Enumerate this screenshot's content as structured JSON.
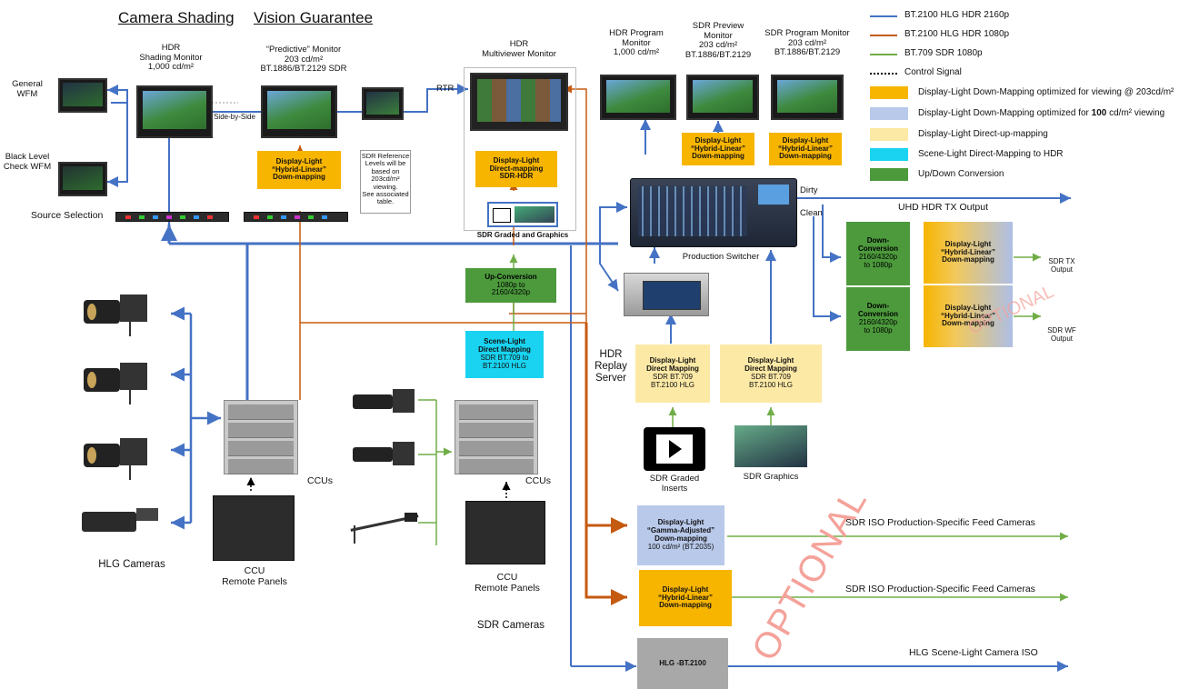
{
  "headers": {
    "camera_shading": "Camera Shading",
    "vision_guarantee": "Vision Guarantee"
  },
  "legend": {
    "items": [
      {
        "kind": "line",
        "color": "#4472c4",
        "label": "BT.2100 HLG HDR 2160p"
      },
      {
        "kind": "line",
        "color": "#c55a11",
        "label": "BT.2100 HLG HDR 1080p"
      },
      {
        "kind": "line",
        "color": "#70ad47",
        "label": "BT.709 SDR 1080p"
      },
      {
        "kind": "dotted",
        "color": "#000000",
        "label": "Control Signal"
      },
      {
        "kind": "swatch",
        "color": "#f7b500",
        "label": "Display-Light Down-Mapping optimized for viewing @ 203cd/m²"
      },
      {
        "kind": "swatch",
        "color": "#b8c9ea",
        "label_pre": "Display-Light Down-Mapping optimized for ",
        "label_bold": "100",
        "label_post": " cd/m² viewing"
      },
      {
        "kind": "swatch",
        "color": "#fde9a6",
        "label": "Display-Light Direct-up-mapping"
      },
      {
        "kind": "swatch",
        "color": "#19d3f0",
        "label": "Scene-Light Direct-Mapping to HDR"
      },
      {
        "kind": "swatch",
        "color": "#4c9a3c",
        "label": "Up/Down Conversion"
      }
    ]
  },
  "labels": {
    "general_wfm": "General\nWFM",
    "black_level_wfm": "Black Level\nCheck WFM",
    "hdr_shading_monitor": "HDR\nShading Monitor\n1,000 cd/m²",
    "predictive_monitor": "“Predictive” Monitor\n203 cd/m²\nBT.1886/BT.2129 SDR",
    "side_by_side": "Side-by-Side",
    "sdr_reference_note": "SDR Reference\nLevels will be\nbased on\n203cd/m²\nviewing.\nSee associated\ntable.",
    "source_selection": "Source Selection",
    "rtr": "RTR",
    "hdr_multiviewer": "HDR\nMultiviewer Monitor",
    "sdr_graded_graphics": "SDR Graded and Graphics",
    "hdr_program_monitor": "HDR Program\nMonitor\n1,000 cd/m²",
    "sdr_preview_monitor": "SDR Preview\nMonitor\n203 cd/m²\nBT.1886/BT.2129",
    "sdr_program_monitor": "SDR Program Monitor\n203 cd/m²\nBT.1886/BT.2129",
    "dirty": "Dirty",
    "clean": "Clean",
    "uhd_tx_output": "UHD HDR TX Output",
    "production_switcher": "Production Switcher",
    "sdr_tx_output": "SDR TX\nOutput",
    "sdr_wf_output": "SDR WF\nOutput",
    "hdr_replay_server": "HDR\nReplay\nServer",
    "sdr_graded_inserts": "SDR Graded\nInserts",
    "sdr_graphics": "SDR Graphics",
    "ccus_left": "CCUs",
    "ccus_right": "CCUs",
    "ccu_remote_left": "CCU\nRemote Panels",
    "ccu_remote_right": "CCU\nRemote Panels",
    "hlg_cameras": "HLG Cameras",
    "sdr_cameras": "SDR Cameras",
    "iso_feed_1": "SDR ISO Production-Specific Feed Cameras",
    "iso_feed_2": "SDR ISO Production-Specific Feed Cameras",
    "hlg_iso": "HLG Scene-Light Camera ISO",
    "optional": "OPTIONAL",
    "optional_small": "OPTIONAL"
  },
  "boxes": {
    "hybrid_shading": {
      "title": "Display-Light\n“Hybrid-Linear”\nDown-mapping",
      "sub": ""
    },
    "mv_direct": {
      "title": "Display-Light\nDirect-mapping\nSDR-HDR",
      "sub": ""
    },
    "preview_hybrid": {
      "title": "Display-Light\n“Hybrid-Linear”\nDown-mapping",
      "sub": ""
    },
    "program_hybrid": {
      "title": "Display-Light\n“Hybrid-Linear”\nDown-mapping",
      "sub": ""
    },
    "up_conversion": {
      "title": "Up-Conversion",
      "sub": "1080p to\n2160/4320p"
    },
    "scene_light": {
      "title": "Scene-Light\nDirect Mapping",
      "sub": "SDR BT.709 to\nBT.2100 HLG"
    },
    "replay_direct": {
      "title": "Display-Light\nDirect Mapping",
      "sub": "SDR BT.709\nBT.2100 HLG"
    },
    "graphics_direct": {
      "title": "Display-Light\nDirect Mapping",
      "sub": "SDR BT.709\nBT.2100 HLG"
    },
    "down_conv_1": {
      "title": "Down-\nConversion",
      "sub": "2160/4320p\nto 1080p"
    },
    "down_conv_2": {
      "title": "Down-\nConversion",
      "sub": "2160/4320p\nto 1080p"
    },
    "tx_hybrid": {
      "title": "Display-Light\n“Hybrid-Linear”\nDown-mapping",
      "sub": ""
    },
    "wf_hybrid": {
      "title": "Display-Light\n“Hybrid-Linear”\nDown-mapping",
      "sub": ""
    },
    "gamma_adjusted": {
      "title": "Display-Light\n“Gamma-Adjusted”\nDown-mapping",
      "sub": "100 cd/m² (BT.2035)"
    },
    "iso_hybrid": {
      "title": "Display-Light\n“Hybrid-Linear”\nDown-mapping",
      "sub": ""
    },
    "hlg_bt2100": {
      "title": "HLG -BT.2100",
      "sub": ""
    }
  },
  "colors": {
    "hdr2160": "#4472c4",
    "hdr1080": "#c55a11",
    "sdr1080": "#70ad47",
    "control": "#000000"
  }
}
